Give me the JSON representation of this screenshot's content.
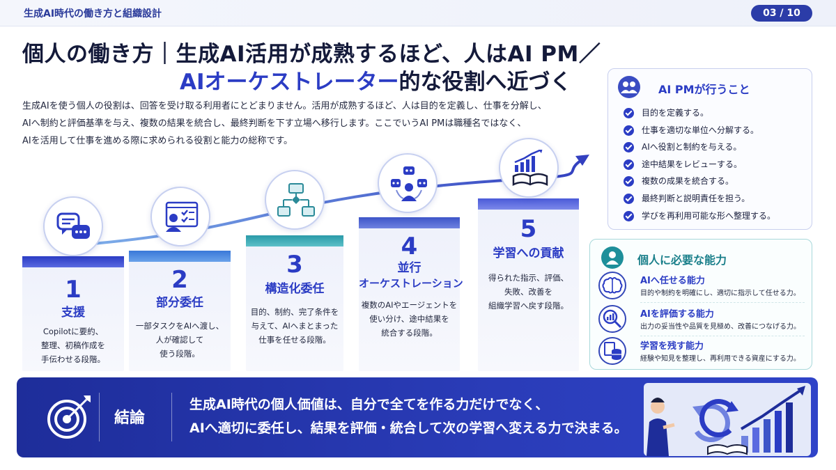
{
  "header": {
    "deck_title": "生成AI時代の働き方と組織設計",
    "page": "03 / 10"
  },
  "title": {
    "line1": "個人の働き方｜生成AI活用が成熟するほど、人はAI PM／",
    "line2_accent": "AIオーケストレーター",
    "line2_rest": "的な役割へ近づく"
  },
  "intro": {
    "lines": [
      "生成AIを使う個人の役割は、回答を受け取る利用者にとどまりません。活用が成熟するほど、人は目的を定義し、仕事を分解し、",
      "AIへ制約と評価基準を与え、複数の結果を統合し、最終判断を下す立場へ移行します。ここでいうAI PMは職種名ではなく、",
      "AIを活用して仕事を進める際に求められる役割と能力の総称です。"
    ]
  },
  "steps": [
    {
      "num": "1",
      "title": "支援",
      "title2": "",
      "desc": [
        "Copilotに要約、",
        "整理、初稿作成を",
        "手伝わせる段階。"
      ],
      "icon": "chat-icon",
      "color": "#3a4fc8"
    },
    {
      "num": "2",
      "title": "部分委任",
      "title2": "",
      "desc": [
        "一部タスクをAIへ渡し、",
        "人が確認して",
        "使う段階。"
      ],
      "icon": "checklist-user-icon",
      "color": "#3a78d8"
    },
    {
      "num": "3",
      "title": "構造化委任",
      "title2": "",
      "desc": [
        "目的、制約、完了条件を",
        "与えて、AIへまとまった",
        "仕事を任せる段階。"
      ],
      "icon": "flowchart-icon",
      "color": "#2a9aa8"
    },
    {
      "num": "4",
      "title": "並行",
      "title2": "オーケストレーション",
      "desc": [
        "複数のAIやエージェントを",
        "使い分け、途中結果を",
        "統合する段階。"
      ],
      "icon": "agents-icon",
      "color": "#3d55c8"
    },
    {
      "num": "5",
      "title": "学習への貢献",
      "title2": "",
      "desc": [
        "得られた指示、評価、",
        "失敗、改善を",
        "組織学習へ戻す段階。"
      ],
      "icon": "book-chart-icon",
      "color": "#4a5ad8"
    }
  ],
  "ai_pm_panel": {
    "title": "AI PMが行うこと",
    "items": [
      "目的を定義する。",
      "仕事を適切な単位へ分解する。",
      "AIへ役割と制約を与える。",
      "途中結果をレビューする。",
      "複数の成果を統合する。",
      "最終判断と説明責任を担う。",
      "学びを再利用可能な形へ整理する。"
    ]
  },
  "abilities_panel": {
    "title": "個人に必要な能力",
    "items": [
      {
        "title": "AIへ任せる能力",
        "desc": "目的や制約を明確にし、適切に指示して任せる力。",
        "icon": "brain-icon"
      },
      {
        "title": "AIを評価する能力",
        "desc": "出力の妥当性や品質を見極め、改善につなげる力。",
        "icon": "magnifier-chart-icon"
      },
      {
        "title": "学習を残す能力",
        "desc": "経験や知見を整理し、再利用できる資産にする力。",
        "icon": "database-doc-icon"
      }
    ]
  },
  "conclusion": {
    "label": "結論",
    "line1": "生成AI時代の個人価値は、自分で全てを作る力だけでなく、",
    "line2": "AIへ適切に委任し、結果を評価・統合して次の学習へ変える力で決まる。"
  },
  "colors": {
    "primary": "#2b3cc4",
    "teal": "#1e8f9a",
    "navy": "#1e2d9a"
  }
}
